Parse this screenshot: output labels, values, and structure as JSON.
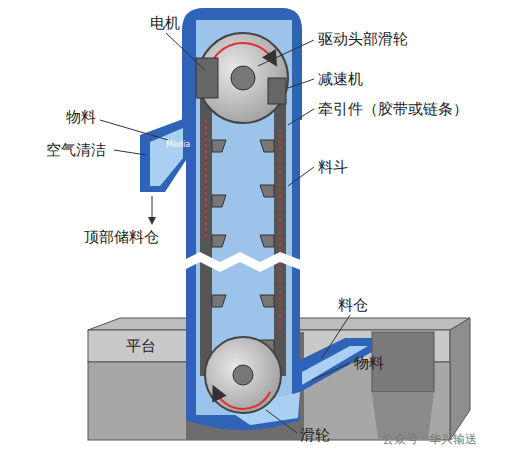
{
  "diagram": {
    "labels": [
      "电机",
      "驱动头部滑轮",
      "物料",
      "减速机",
      "空气清洁",
      "牵引件（胶带或链条）",
      "Media",
      "料斗",
      "顶部储料仓",
      "料仓",
      "平台",
      "物料",
      "滑轮",
      "公众号 · 华兴输送"
    ]
  }
}
